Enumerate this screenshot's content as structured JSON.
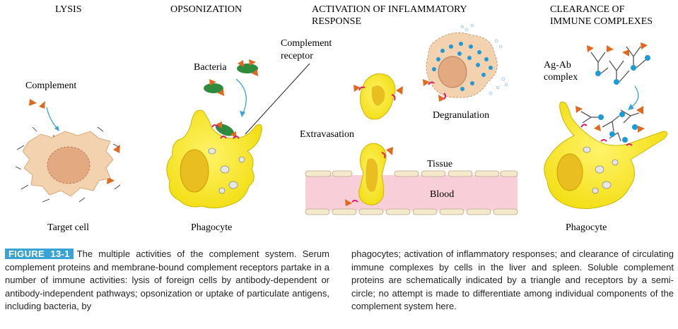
{
  "panels": {
    "lysis": {
      "title": "LYSIS",
      "complement_label": "Complement",
      "cell_label": "Target cell"
    },
    "opsonization": {
      "title": "OPSONIZATION",
      "bacteria_label": "Bacteria",
      "cell_label": "Phagocyte"
    },
    "inflammatory": {
      "title_line1": "ACTIVATION OF INFLAMMATORY",
      "title_line2": "RESPONSE",
      "receptor_line1": "Complement",
      "receptor_line2": "receptor",
      "degranulation_label": "Degranulation",
      "extravasation_label": "Extravasation",
      "tissue_label": "Tissue",
      "blood_label": "Blood"
    },
    "clearance": {
      "title_line1": "CLEARANCE OF",
      "title_line2": "IMMUNE COMPLEXES",
      "agab_line1": "Ag-Ab",
      "agab_line2": "complex",
      "cell_label": "Phagocyte"
    }
  },
  "caption": {
    "label": "FIGURE",
    "number": "13-1",
    "left_text": "The multiple activities of the complement system. Serum complement proteins and membrane-bound complement receptors partake in a number of immune activities: lysis of foreign cells by antibody-dependent or antibody-independent pathways; opsonization or uptake of particulate antigens, including bacteria, by",
    "right_text": "phagocytes; activation of inflammatory responses; and clearance of circulating immune complexes by cells in the liver and spleen. Soluble complement proteins are schematically indicated by a triangle and receptors by a semi-circle; no attempt is made to differentiate among individual components of the complement system here."
  },
  "colors": {
    "phagocyte_fill": "#f6e71a",
    "phagocyte_stroke": "#c9b800",
    "nucleus": "#e8be20",
    "target_cell": "#f3d2b0",
    "target_nucleus": "#e3aa82",
    "complement": "#e0691f",
    "receptor": "#d81f62",
    "bacteria": "#2e8b3e",
    "blood": "#f8cfd8",
    "antibody_dot": "#1e9ad6",
    "caption_tag": "#39a3d6"
  }
}
